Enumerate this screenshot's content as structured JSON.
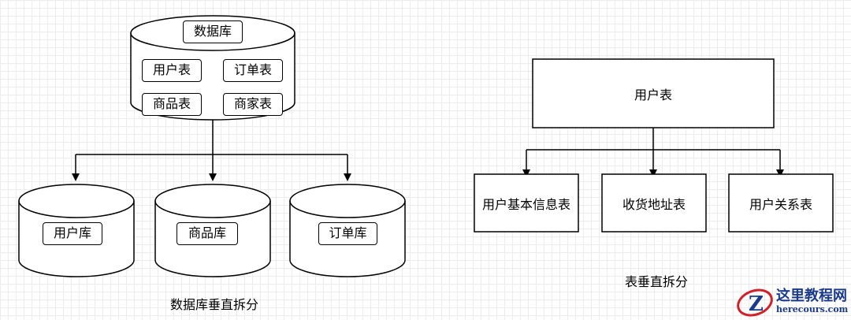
{
  "left": {
    "source_db": {
      "label": "数据库",
      "tables": [
        "用户表",
        "订单表",
        "商品表",
        "商家表"
      ]
    },
    "targets": [
      "用户库",
      "商品库",
      "订单库"
    ],
    "caption": "数据库垂直拆分"
  },
  "right": {
    "source_table": "用户表",
    "targets": [
      "用户基本信息表",
      "收货地址表",
      "用户关系表"
    ],
    "caption": "表垂直拆分"
  },
  "watermark": {
    "title": "这里教程网",
    "subtitle": "herecours.com",
    "logo_letter": "Z"
  },
  "colors": {
    "stroke": "#000000",
    "grid": "#ececec",
    "watermark": "#1a3a8c",
    "watermark_accent": "#d0202a"
  }
}
